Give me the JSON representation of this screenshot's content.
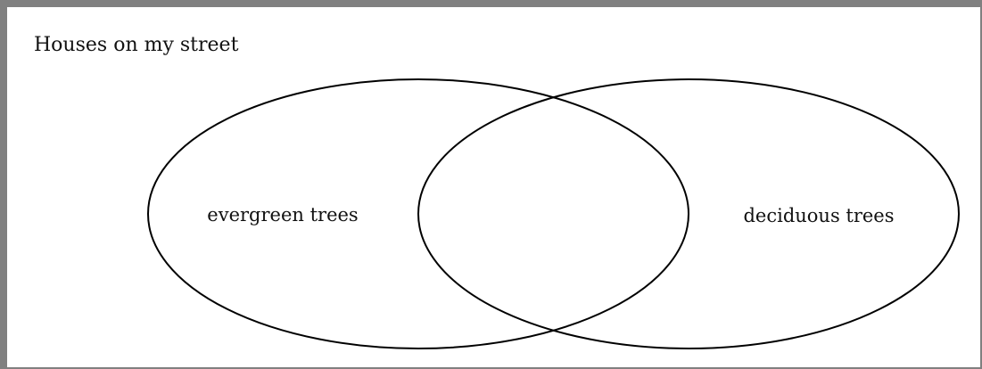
{
  "title": "Houses on my street",
  "sets": [
    {
      "label": "evergreen trees"
    },
    {
      "label": "deciduous trees"
    }
  ],
  "colors": {
    "frame_border": "#808080",
    "outline": "#000000",
    "text": "#111111",
    "background": "#ffffff"
  }
}
